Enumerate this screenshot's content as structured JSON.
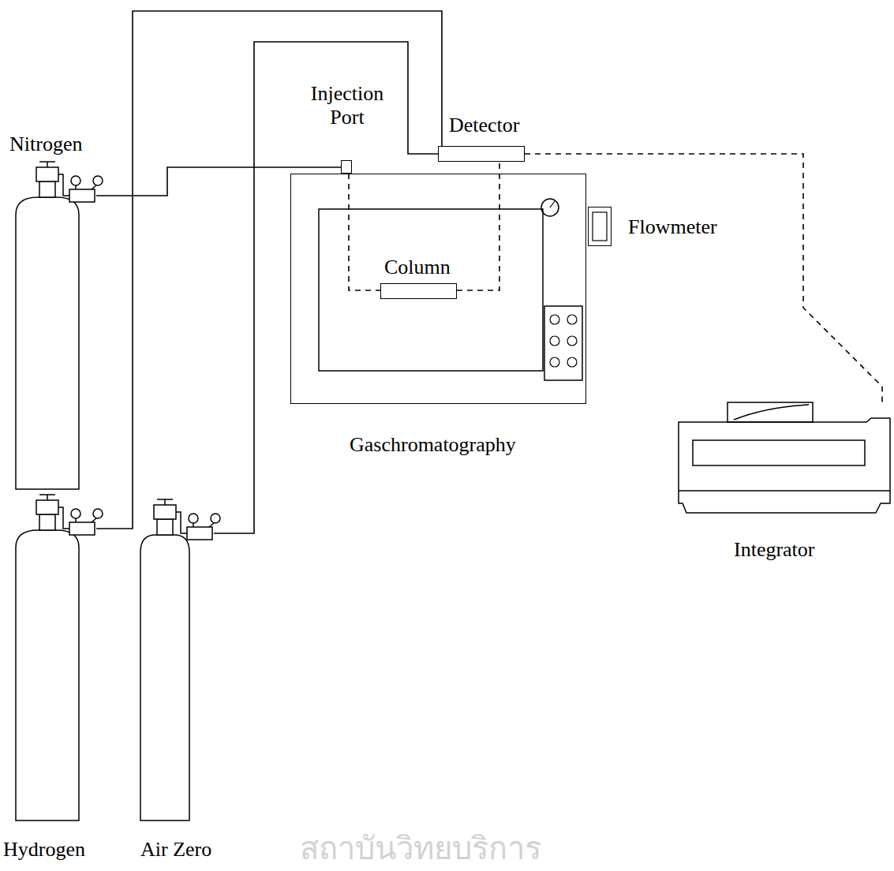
{
  "diagram": {
    "nodes": [
      {
        "text": [
          "Injection Port"
        ]
      },
      {
        "text": [
          "Detector"
        ]
      },
      {
        "text": [
          "Nitrogen"
        ]
      },
      {
        "text": [
          "Flowmeter"
        ]
      },
      {
        "text": [
          "Gaschromatography"
        ]
      },
      {
        "text": [
          "Column"
        ],
        "in": 4
      },
      {
        "text": [
          "Integrator"
        ]
      },
      {
        "text": [
          "Hydrogen"
        ]
      },
      {
        "text": [
          "Air Zero"
        ]
      }
    ],
    "edges": [
      {
        "from": 2,
        "to": 0,
        "arrow": "none"
      },
      {
        "from": 7,
        "to": 1,
        "arrow": "none"
      },
      {
        "from": 8,
        "to": 1,
        "arrow": "none"
      },
      {
        "from": 0,
        "to": 5,
        "arrow": "none"
      },
      {
        "from": 5,
        "to": 1,
        "arrow": "none"
      },
      {
        "from": 1,
        "to": 6,
        "arrow": "none"
      }
    ],
    "labels": [
      "สถาบันวิทยบริการ"
    ]
  }
}
